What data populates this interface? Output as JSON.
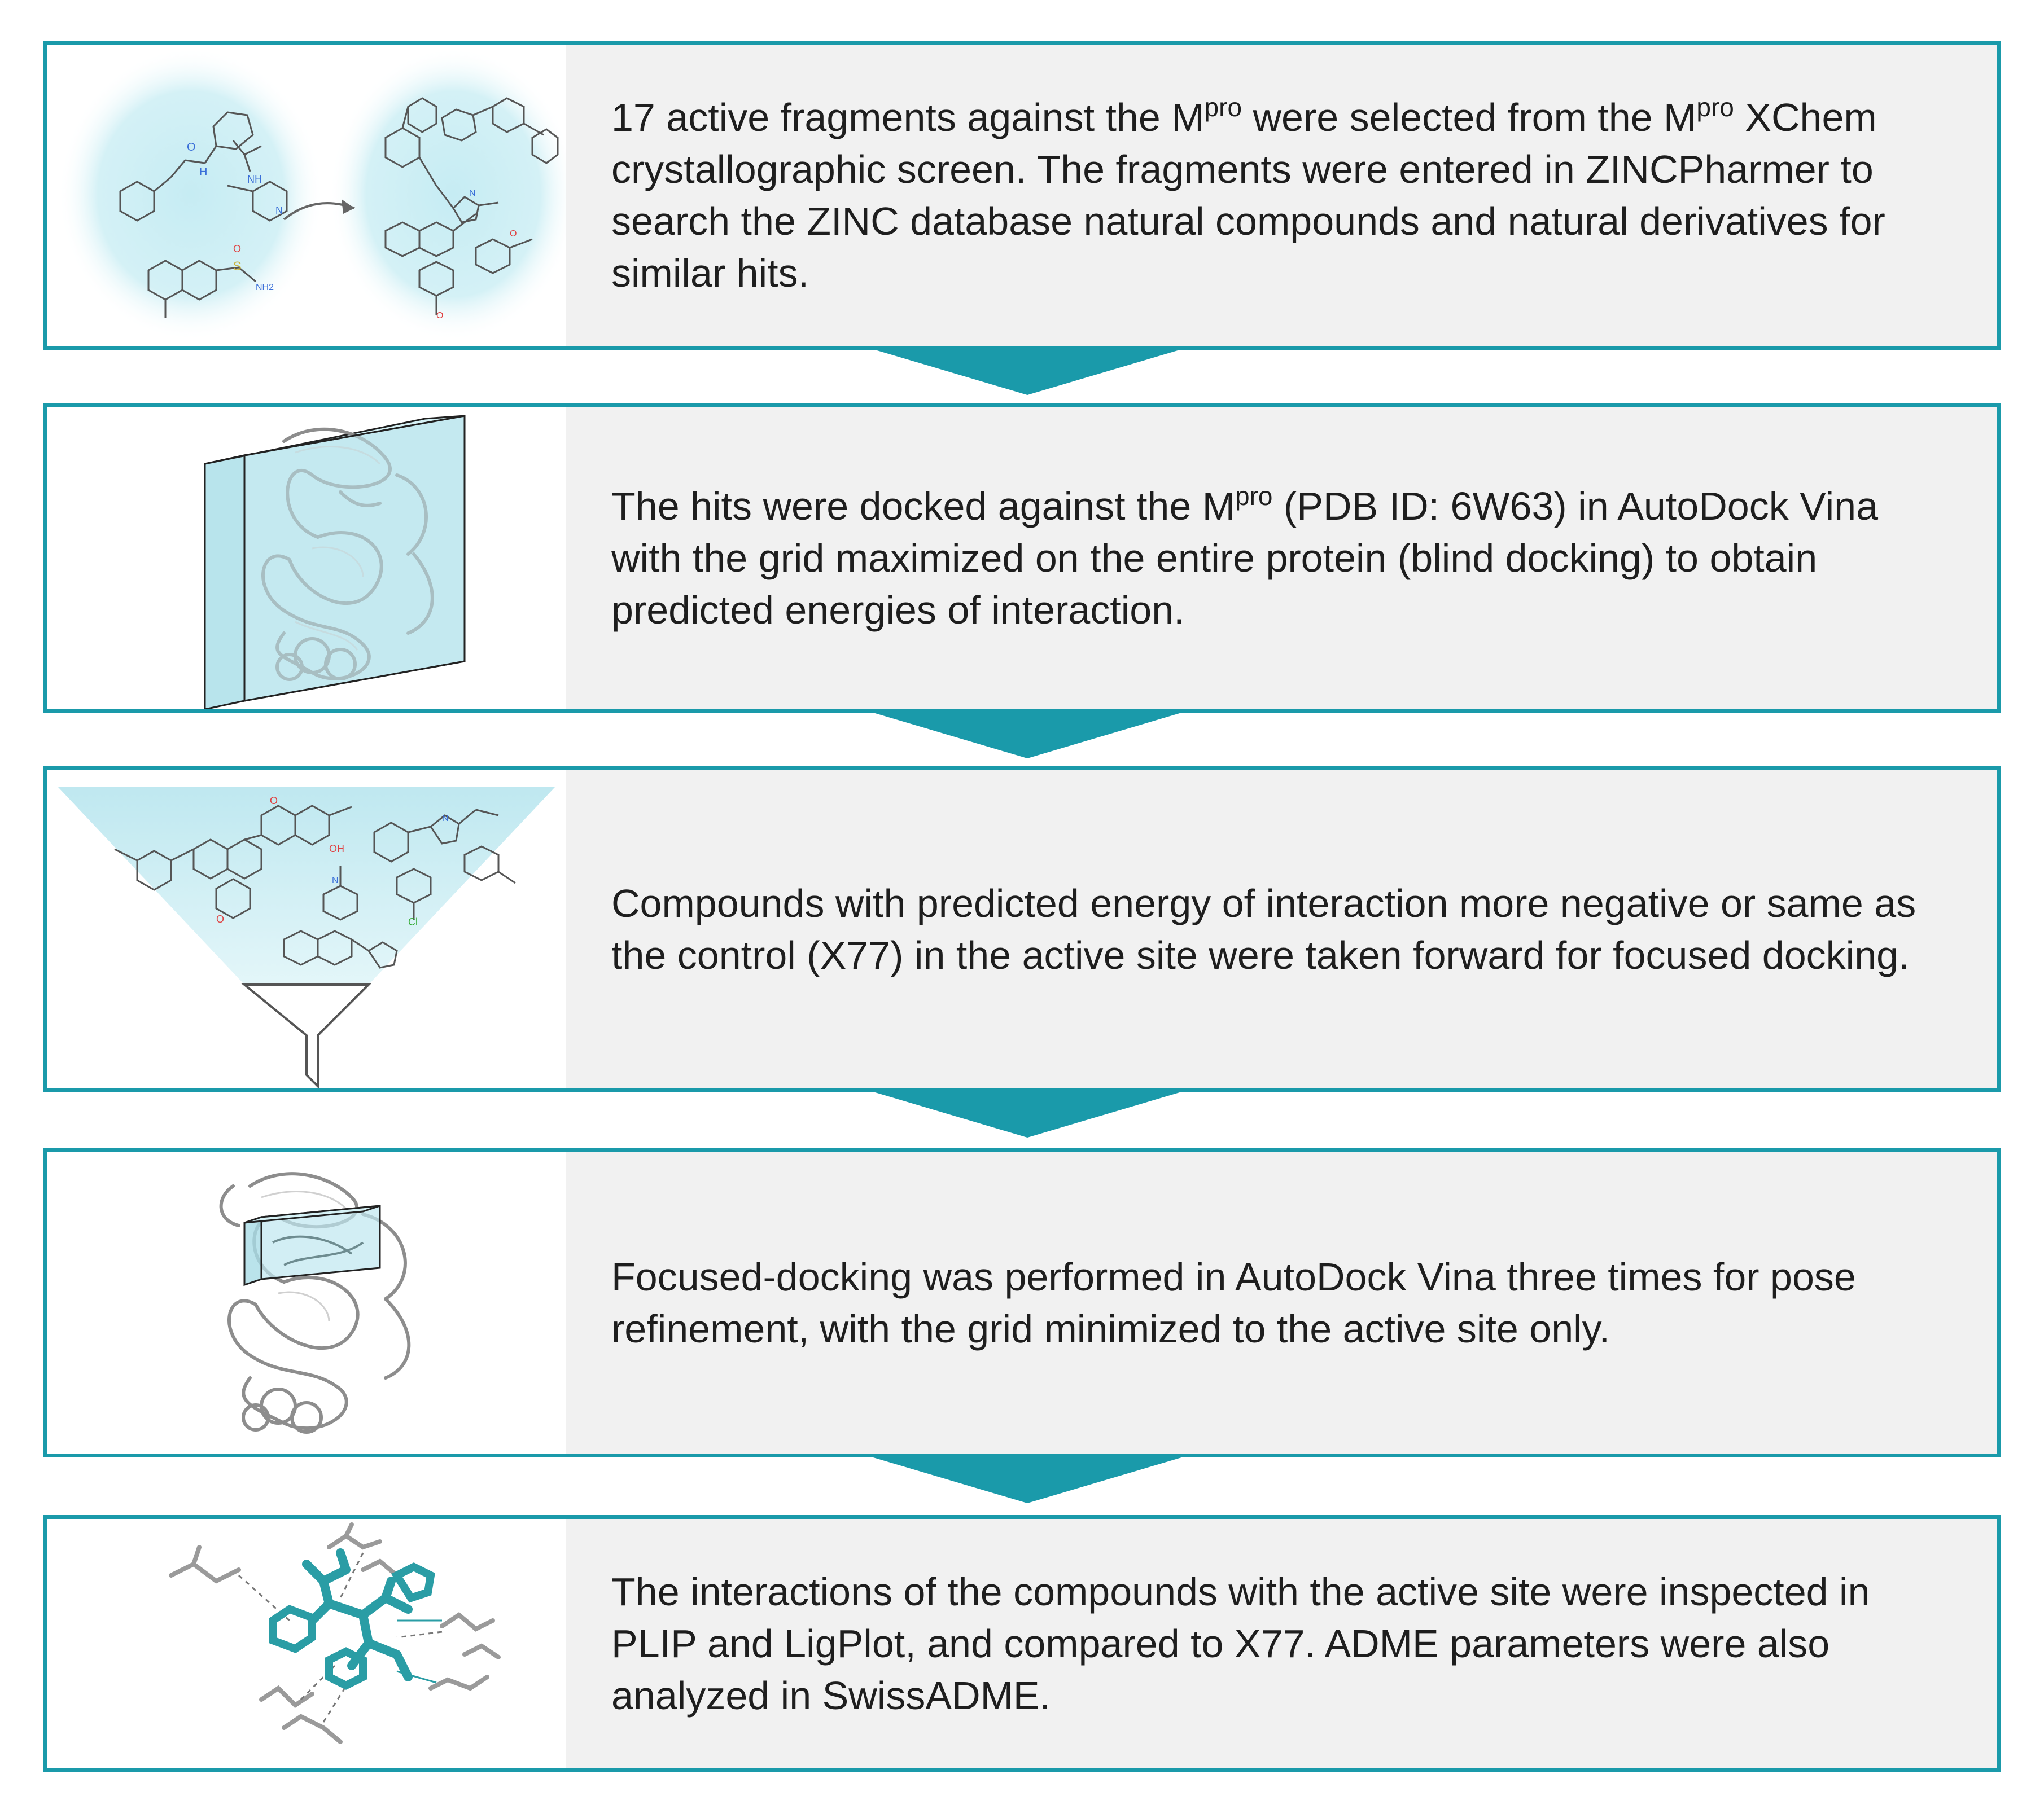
{
  "colors": {
    "border": "#1a9aaa",
    "arrow": "#1a9aaa",
    "panel": "#f1f1f1",
    "highlight": "#cdeef4",
    "ligand": "#2a9da5"
  },
  "steps": [
    {
      "illustration": "fragment-to-hits-icon",
      "text_a": "17 active fragments against the M",
      "sup_a": "pro",
      "text_b": " were selected from the M",
      "sup_b": "pro",
      "text_c": " XChem crystallographic screen. The fragments were entered in ZINCPharmer to search the ZINC database natural compounds and natural derivatives for similar hits."
    },
    {
      "illustration": "blind-docking-grid-icon",
      "text_a": "The hits were docked against the M",
      "sup_a": "pro",
      "text_b": " (PDB ID: 6W63) in AutoDock Vina with the grid maximized on the entire protein (blind docking) to obtain predicted energies of interaction."
    },
    {
      "illustration": "funnel-filter-icon",
      "text": "Compounds with predicted energy of interaction more negative or same as the control (X77) in the active site were taken forward for focused docking."
    },
    {
      "illustration": "focused-docking-grid-icon",
      "text": "Focused-docking was performed in AutoDock Vina three times for pose refinement, with the grid minimized to the active site only."
    },
    {
      "illustration": "ligand-interaction-icon",
      "text": "The interactions of the compounds with the active site were inspected in PLIP and LigPlot, and compared to X77. ADME parameters were also analyzed in SwissADME."
    }
  ]
}
